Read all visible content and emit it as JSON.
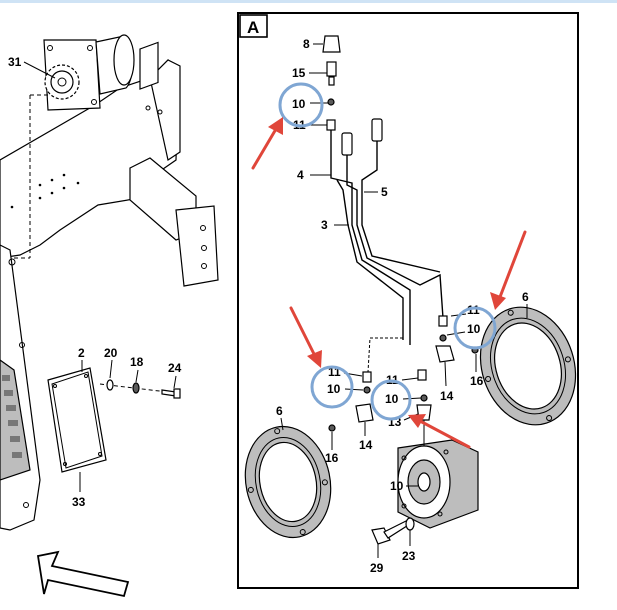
{
  "header_strip_color": "#cfe3f5",
  "panel": {
    "label": "A"
  },
  "highlight_color": "#7fa6d3",
  "arrow_color": "#e0463a",
  "callouts_left": {
    "n31": "31",
    "n2": "2",
    "n20": "20",
    "n18": "18",
    "n24": "24",
    "n33": "33"
  },
  "callouts_panel": {
    "n8": "8",
    "n15": "15",
    "n10a": "10",
    "n11a": "11",
    "n4": "4",
    "n5": "5",
    "n3": "3",
    "n11b": "11",
    "n10b": "10",
    "n6a": "6",
    "n16a": "16",
    "n14a": "14",
    "n11c": "11",
    "n10c": "10",
    "n11d": "11",
    "n10d": "10",
    "n13": "13",
    "n6b": "6",
    "n16b": "16",
    "n14b": "14",
    "n23": "23",
    "n29": "29"
  }
}
